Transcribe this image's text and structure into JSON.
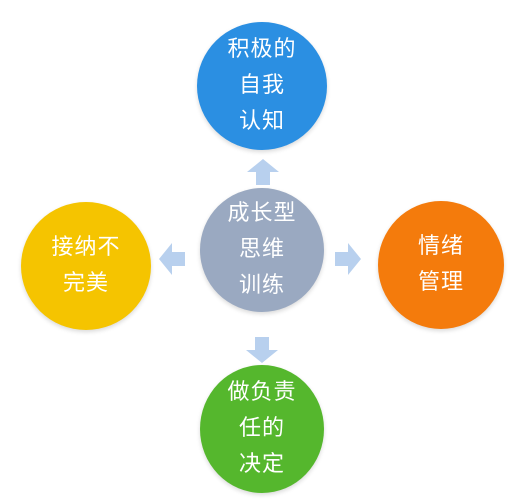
{
  "diagram": {
    "center": {
      "label": "成长型\n思维\n训练",
      "color": "#9aa9c1"
    },
    "top": {
      "label": "积极的\n自我\n认知",
      "color": "#2b8fe2"
    },
    "left": {
      "label": "接纳不\n完美",
      "color": "#f5c400"
    },
    "right": {
      "label": "情绪\n管理",
      "color": "#f47b0c"
    },
    "bottom": {
      "label": "做负责\n任的\n决定",
      "color": "#55b72d"
    },
    "arrow_color": "#b8d0ee"
  }
}
